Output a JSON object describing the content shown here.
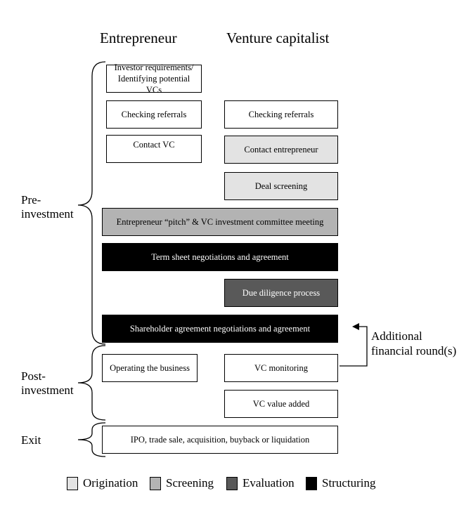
{
  "headers": {
    "entrepreneur": "Entrepreneur",
    "vc": "Venture capitalist"
  },
  "boxes": {
    "investor_requirements": "Investor requirements/ Identifying potential VCs",
    "checking_referrals_ent": "Checking referrals",
    "checking_referrals_vc": "Checking referrals",
    "contact_vc": "Contact VC",
    "contact_entrepreneur": "Contact entrepreneur",
    "deal_screening": "Deal screening",
    "pitch": "Entrepreneur “pitch” & VC investment committee meeting",
    "term_sheet": "Term sheet negotiations and agreement",
    "due_diligence": "Due diligence process",
    "shareholder": "Shareholder agreement negotiations and agreement",
    "operating": "Operating the business",
    "vc_monitoring": "VC monitoring",
    "vc_value_added": "VC value added",
    "exit_box": "IPO, trade sale, acquisition, buyback or liquidation"
  },
  "phases": {
    "pre": "Pre-investment",
    "post": "Post-investment",
    "exit": "Exit"
  },
  "note": "Additional financial round(s)",
  "legend": [
    {
      "label": "Origination",
      "color": "#e3e3e3"
    },
    {
      "label": "Screening",
      "color": "#b3b3b3"
    },
    {
      "label": "Evaluation",
      "color": "#595959"
    },
    {
      "label": "Structuring",
      "color": "#000000"
    }
  ]
}
